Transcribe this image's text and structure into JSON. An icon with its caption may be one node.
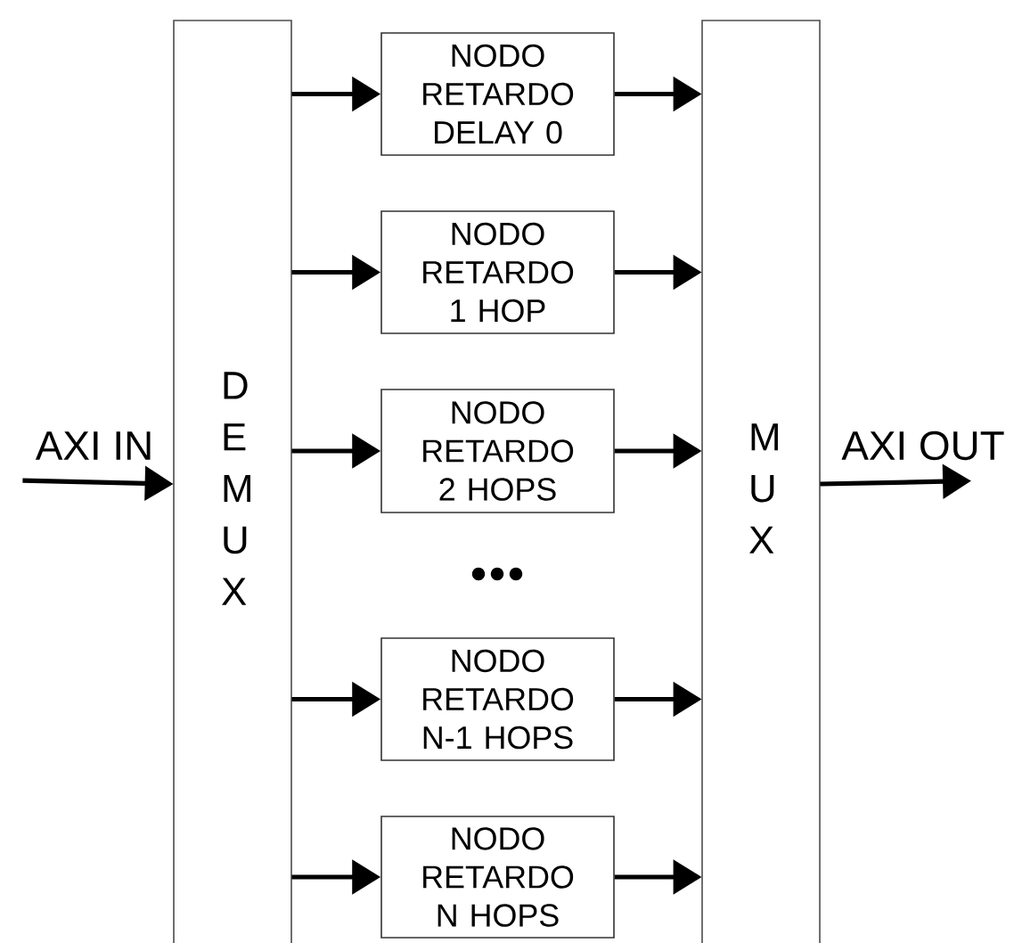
{
  "diagram": {
    "nodes": [
      {
        "text": [
          "AXI IN"
        ]
      },
      {
        "text": [
          "D E M U X"
        ]
      },
      {
        "text": [
          "NODO RETARDO DELAY 0"
        ]
      },
      {
        "text": [
          "NODO RETARDO 1 HOP"
        ]
      },
      {
        "text": [
          "NODO RETARDO 2 HOPS"
        ]
      },
      {
        "text": [
          "NODO RETARDO N-1 HOPS"
        ]
      },
      {
        "text": [
          "NODO RETARDO N HOPS"
        ]
      },
      {
        "text": [
          "M U X"
        ]
      },
      {
        "text": [
          "AXI OUT"
        ]
      }
    ],
    "edges": [
      {
        "from": 0,
        "to": 1,
        "arrow": "to"
      },
      {
        "from": 1,
        "to": 2,
        "arrow": "to"
      },
      {
        "from": 1,
        "to": 3,
        "arrow": "to"
      },
      {
        "from": 1,
        "to": 4,
        "arrow": "to"
      },
      {
        "from": 1,
        "to": 5,
        "arrow": "to"
      },
      {
        "from": 1,
        "to": 6,
        "arrow": "to"
      },
      {
        "from": 2,
        "to": 7,
        "arrow": "to"
      },
      {
        "from": 3,
        "to": 7,
        "arrow": "to"
      },
      {
        "from": 4,
        "to": 7,
        "arrow": "to"
      },
      {
        "from": 5,
        "to": 7,
        "arrow": "to"
      },
      {
        "from": 6,
        "to": 7,
        "arrow": "to"
      },
      {
        "from": 7,
        "to": 8,
        "arrow": "to"
      }
    ]
  }
}
